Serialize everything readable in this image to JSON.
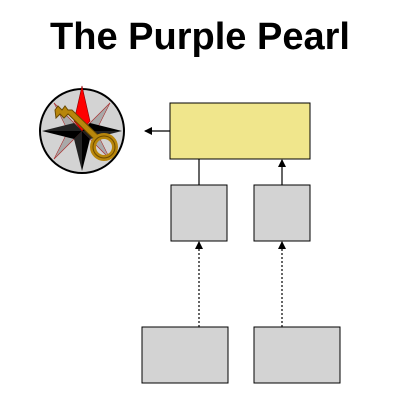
{
  "diagram": {
    "title": "The Purple Pearl",
    "icon": "compass-star-key-icon",
    "colors": {
      "target_box_fill": "#f0e68c",
      "source_box_fill": "#d3d3d3",
      "box_stroke": "#000000",
      "connector": "#000000",
      "compass_disc": "#d3d3d3",
      "compass_star_dark": "#000000",
      "compass_star_light": "#a9a9a9",
      "compass_star_point": "#ff0000",
      "key": "#b8860b"
    },
    "nodes": [
      {
        "id": "target",
        "role": "target",
        "style": "yellow"
      },
      {
        "id": "mid-left",
        "role": "intermediate",
        "style": "gray"
      },
      {
        "id": "mid-right",
        "role": "intermediate",
        "style": "gray"
      },
      {
        "id": "bottom-left",
        "role": "source",
        "style": "gray"
      },
      {
        "id": "bottom-right",
        "role": "source",
        "style": "gray"
      }
    ],
    "edges": [
      {
        "from": "target",
        "to": "compass",
        "style": "solid",
        "arrow": "end"
      },
      {
        "from": "mid-left",
        "to": "target",
        "style": "solid",
        "arrow": "none"
      },
      {
        "from": "mid-right",
        "to": "target",
        "style": "solid",
        "arrow": "end"
      },
      {
        "from": "bottom-left",
        "to": "mid-left",
        "style": "dotted",
        "arrow": "end"
      },
      {
        "from": "bottom-right",
        "to": "mid-right",
        "style": "dotted",
        "arrow": "end"
      }
    ]
  }
}
